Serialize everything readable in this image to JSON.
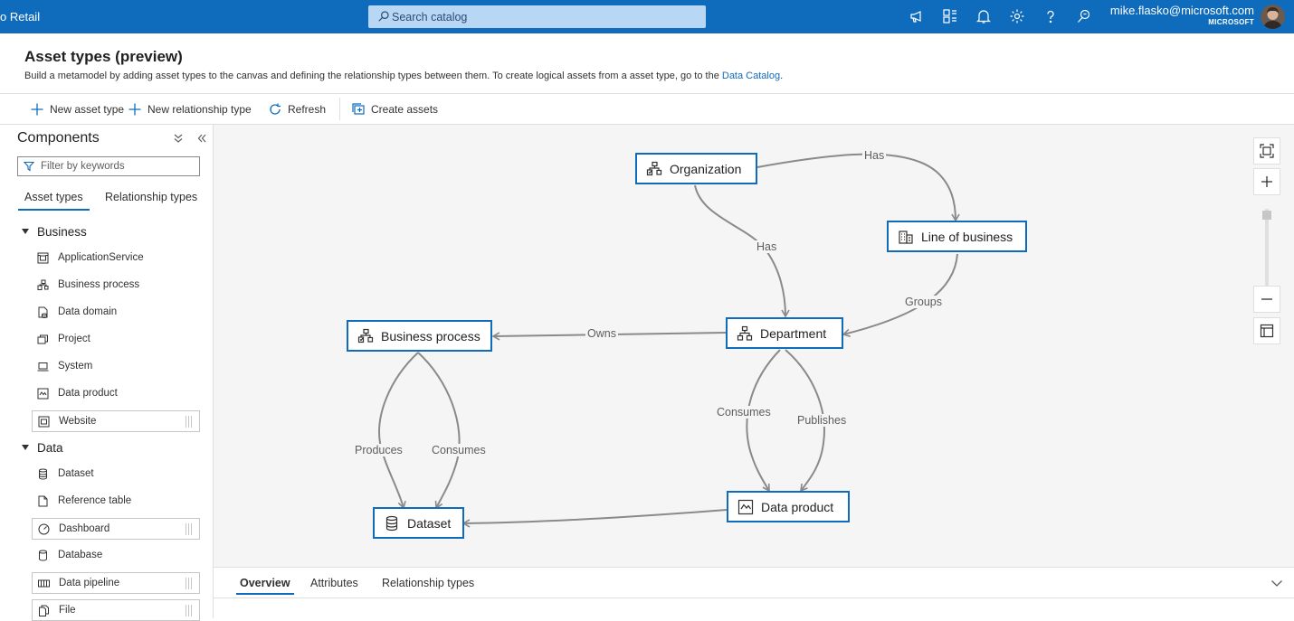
{
  "topbar": {
    "app_name": "o Retail",
    "search_placeholder": "Search catalog",
    "user_email": "mike.flasko@microsoft.com",
    "user_org": "MICROSOFT"
  },
  "header": {
    "title": "Asset types (preview)",
    "description": "Build a metamodel by adding asset types to the canvas and defining the relationship types between them. To create logical assets from a asset type, go to the",
    "link_text": "Data Catalog",
    "link_suffix": "."
  },
  "commands": {
    "new_asset_type": "New asset type",
    "new_relationship_type": "New relationship type",
    "refresh": "Refresh",
    "create_assets": "Create assets"
  },
  "components": {
    "title": "Components",
    "filter_placeholder": "Filter by keywords",
    "tabs": [
      "Asset types",
      "Relationship types"
    ],
    "groups": [
      {
        "name": "Business",
        "items": [
          "ApplicationService",
          "Business process",
          "Data domain",
          "Project",
          "System",
          "Data product",
          "Website"
        ]
      },
      {
        "name": "Data",
        "items": [
          "Dataset",
          "Reference table",
          "Dashboard",
          "Database",
          "Data pipeline",
          "File"
        ]
      }
    ]
  },
  "canvas": {
    "nodes": {
      "organization": "Organization",
      "line_of_business": "Line of business",
      "business_process": "Business process",
      "department": "Department",
      "dataset": "Dataset",
      "data_product": "Data product"
    },
    "edges": {
      "org_has_lob": "Has",
      "org_has_dept": "Has",
      "lob_groups_dept": "Groups",
      "dept_owns_bp": "Owns",
      "bp_produces_ds": "Produces",
      "bp_consumes_ds": "Consumes",
      "dept_consumes_dp": "Consumes",
      "dept_publishes_dp": "Publishes"
    }
  },
  "bottom_tabs": [
    "Overview",
    "Attributes",
    "Relationship types"
  ]
}
